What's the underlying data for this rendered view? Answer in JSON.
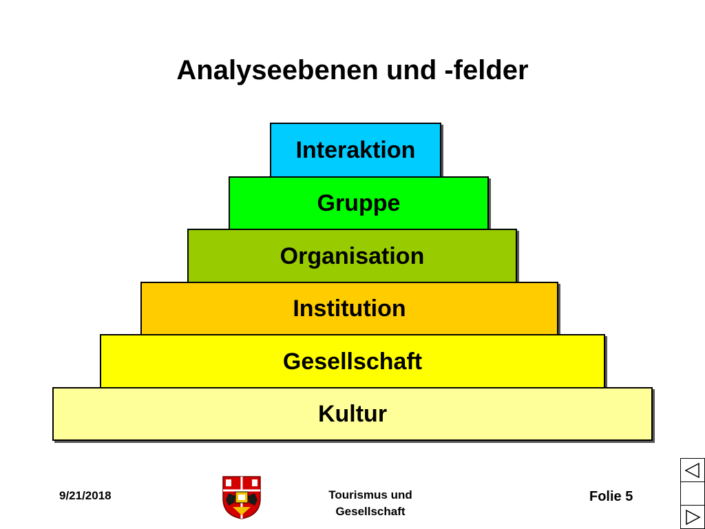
{
  "slide": {
    "title": "Analyseebenen und -felder"
  },
  "pyramid": {
    "levels": [
      {
        "label": "Interaktion",
        "color": "#00ccff"
      },
      {
        "label": "Gruppe",
        "color": "#00ff00"
      },
      {
        "label": "Organisation",
        "color": "#99cc00"
      },
      {
        "label": "Institution",
        "color": "#ffcc00"
      },
      {
        "label": "Gesellschaft",
        "color": "#ffff00"
      },
      {
        "label": "Kultur",
        "color": "#ffff99"
      }
    ]
  },
  "footer": {
    "date": "9/21/2018",
    "course_line1": "Tourismus und",
    "course_line2": "Gesellschaft",
    "slide_label": "Folie 5",
    "crest_icon": "university-crest-icon"
  },
  "nav": {
    "prev_icon": "triangle-left-icon",
    "next_icon": "triangle-right-icon"
  }
}
